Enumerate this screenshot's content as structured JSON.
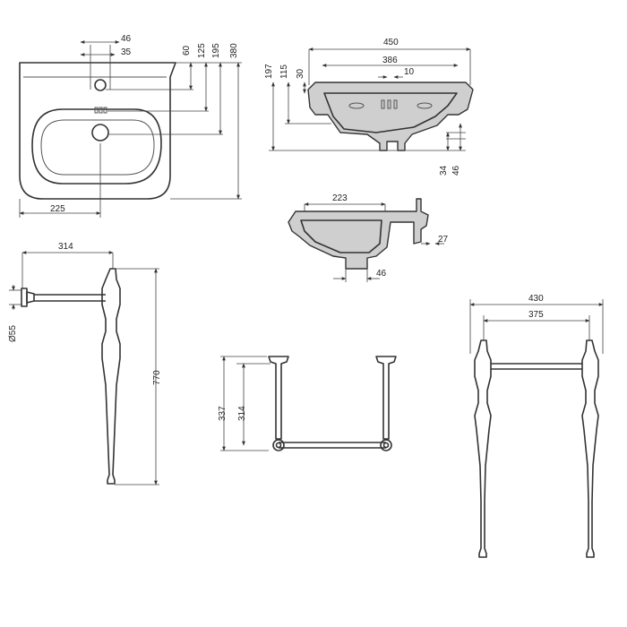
{
  "dimensions": {
    "top_view": {
      "tap_width_outer": "46",
      "tap_width_inner": "35",
      "depth_60": "60",
      "depth_125": "125",
      "depth_195": "195",
      "depth_380": "380",
      "half_width": "225"
    },
    "front_section": {
      "width_total": "450",
      "width_inner": "386",
      "slot": "10",
      "height_197": "197",
      "height_115": "115",
      "height_30": "30",
      "height_34": "34",
      "height_46": "46"
    },
    "side_section": {
      "bowl_depth": "223",
      "bracket": "27",
      "waste": "46"
    },
    "leg_side": {
      "projection": "314",
      "tube_diameter": "Ø55",
      "height": "770"
    },
    "towel_rail": {
      "height_337": "337",
      "height_314": "314"
    },
    "leg_front": {
      "outer": "430",
      "inner": "375"
    }
  },
  "colors": {
    "line": "#333333",
    "hatch": "#cfcfcf",
    "background": "#ffffff"
  }
}
